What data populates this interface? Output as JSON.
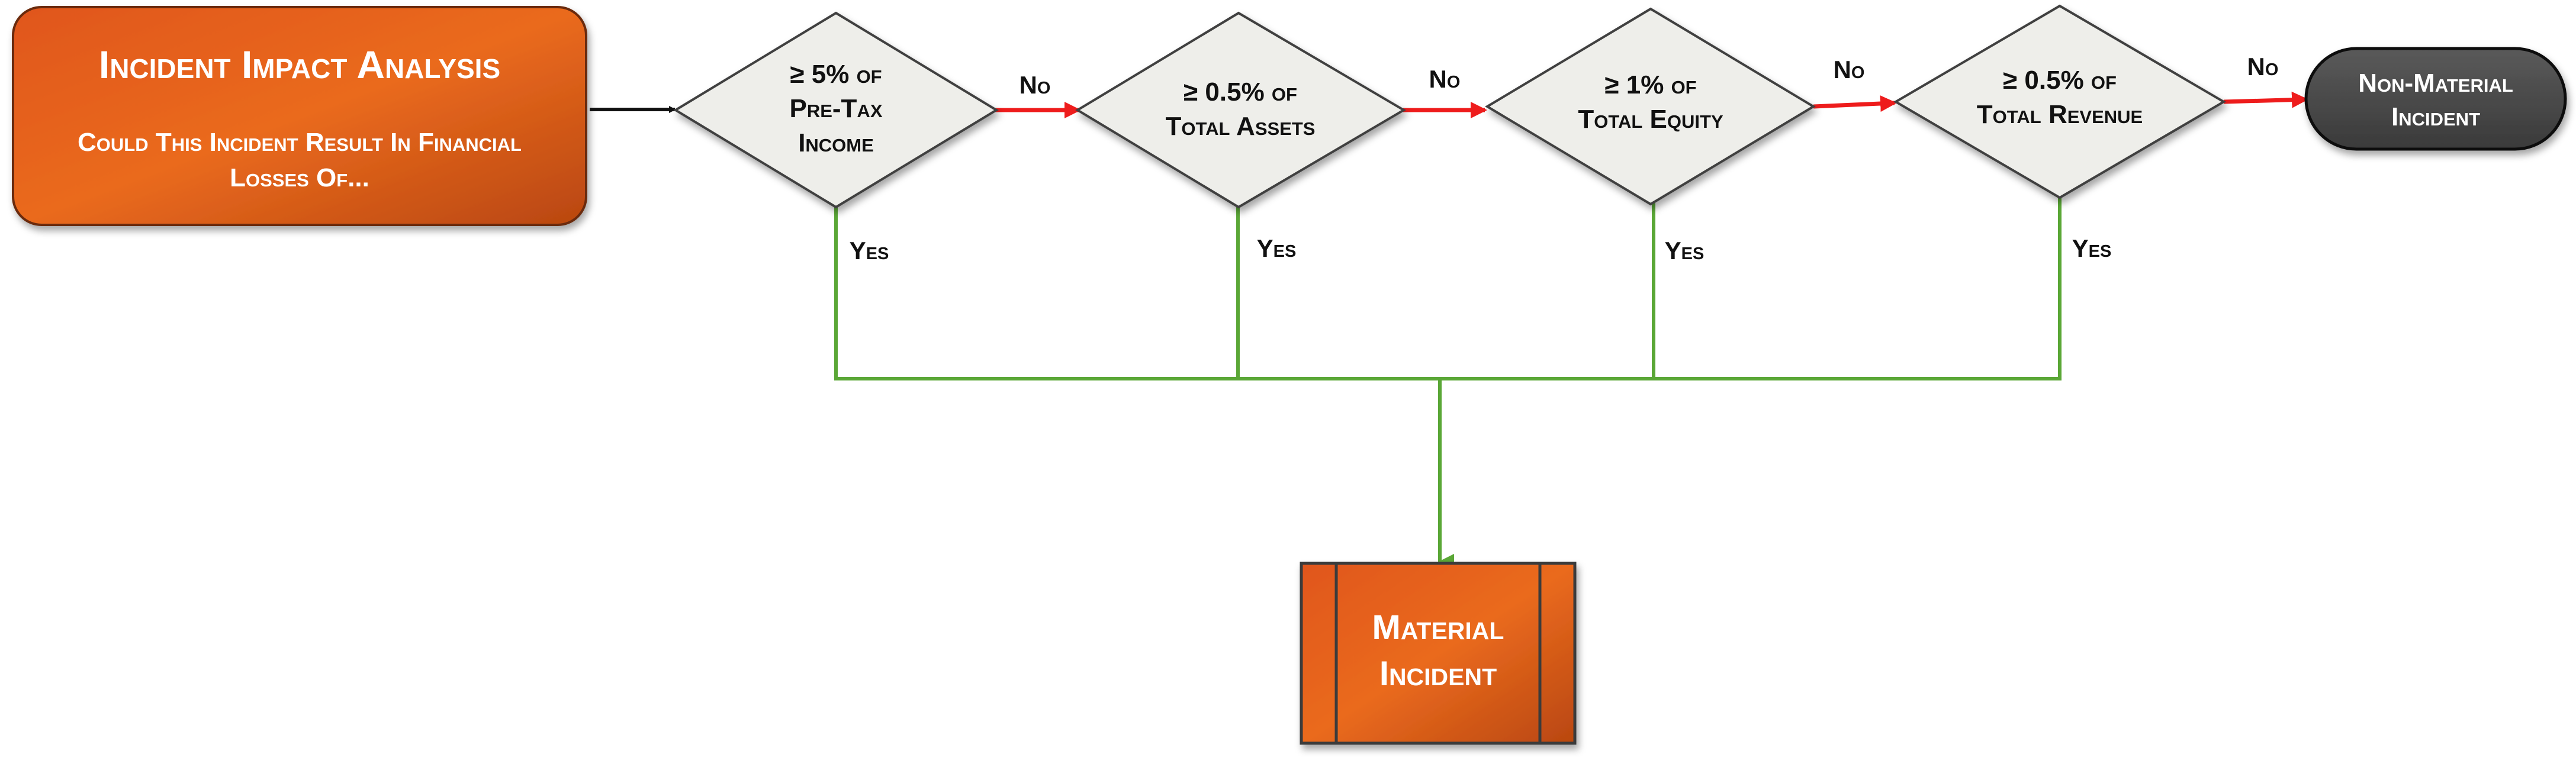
{
  "start": {
    "title": "Incident Impact Analysis",
    "subtitle_line1": "Could This Incident Result In Financial",
    "subtitle_line2": "Losses Of..."
  },
  "decisions": [
    {
      "line1": "≥ 5% of",
      "line2": "Pre-Tax",
      "line3": "Income"
    },
    {
      "line1": "≥ 0.5% of",
      "line2": "Total Assets"
    },
    {
      "line1": "≥ 1% of",
      "line2": "Total Equity"
    },
    {
      "line1": "≥ 0.5% of",
      "line2": "Total Revenue"
    }
  ],
  "edge_labels": {
    "no": "No",
    "yes": "Yes"
  },
  "end_nonmaterial": {
    "line1": "Non-Material",
    "line2": "Incident"
  },
  "end_material": {
    "line1": "Material",
    "line2": "Incident"
  },
  "colors": {
    "orange": "#e35a17",
    "orange_dark": "#a83d0c",
    "diamond_fill": "#eeeeea",
    "diamond_stroke": "#404040",
    "no_arrow": "#ee1c1c",
    "yes_line": "#5aa736",
    "terminal_gray": "#4a4a4a"
  }
}
